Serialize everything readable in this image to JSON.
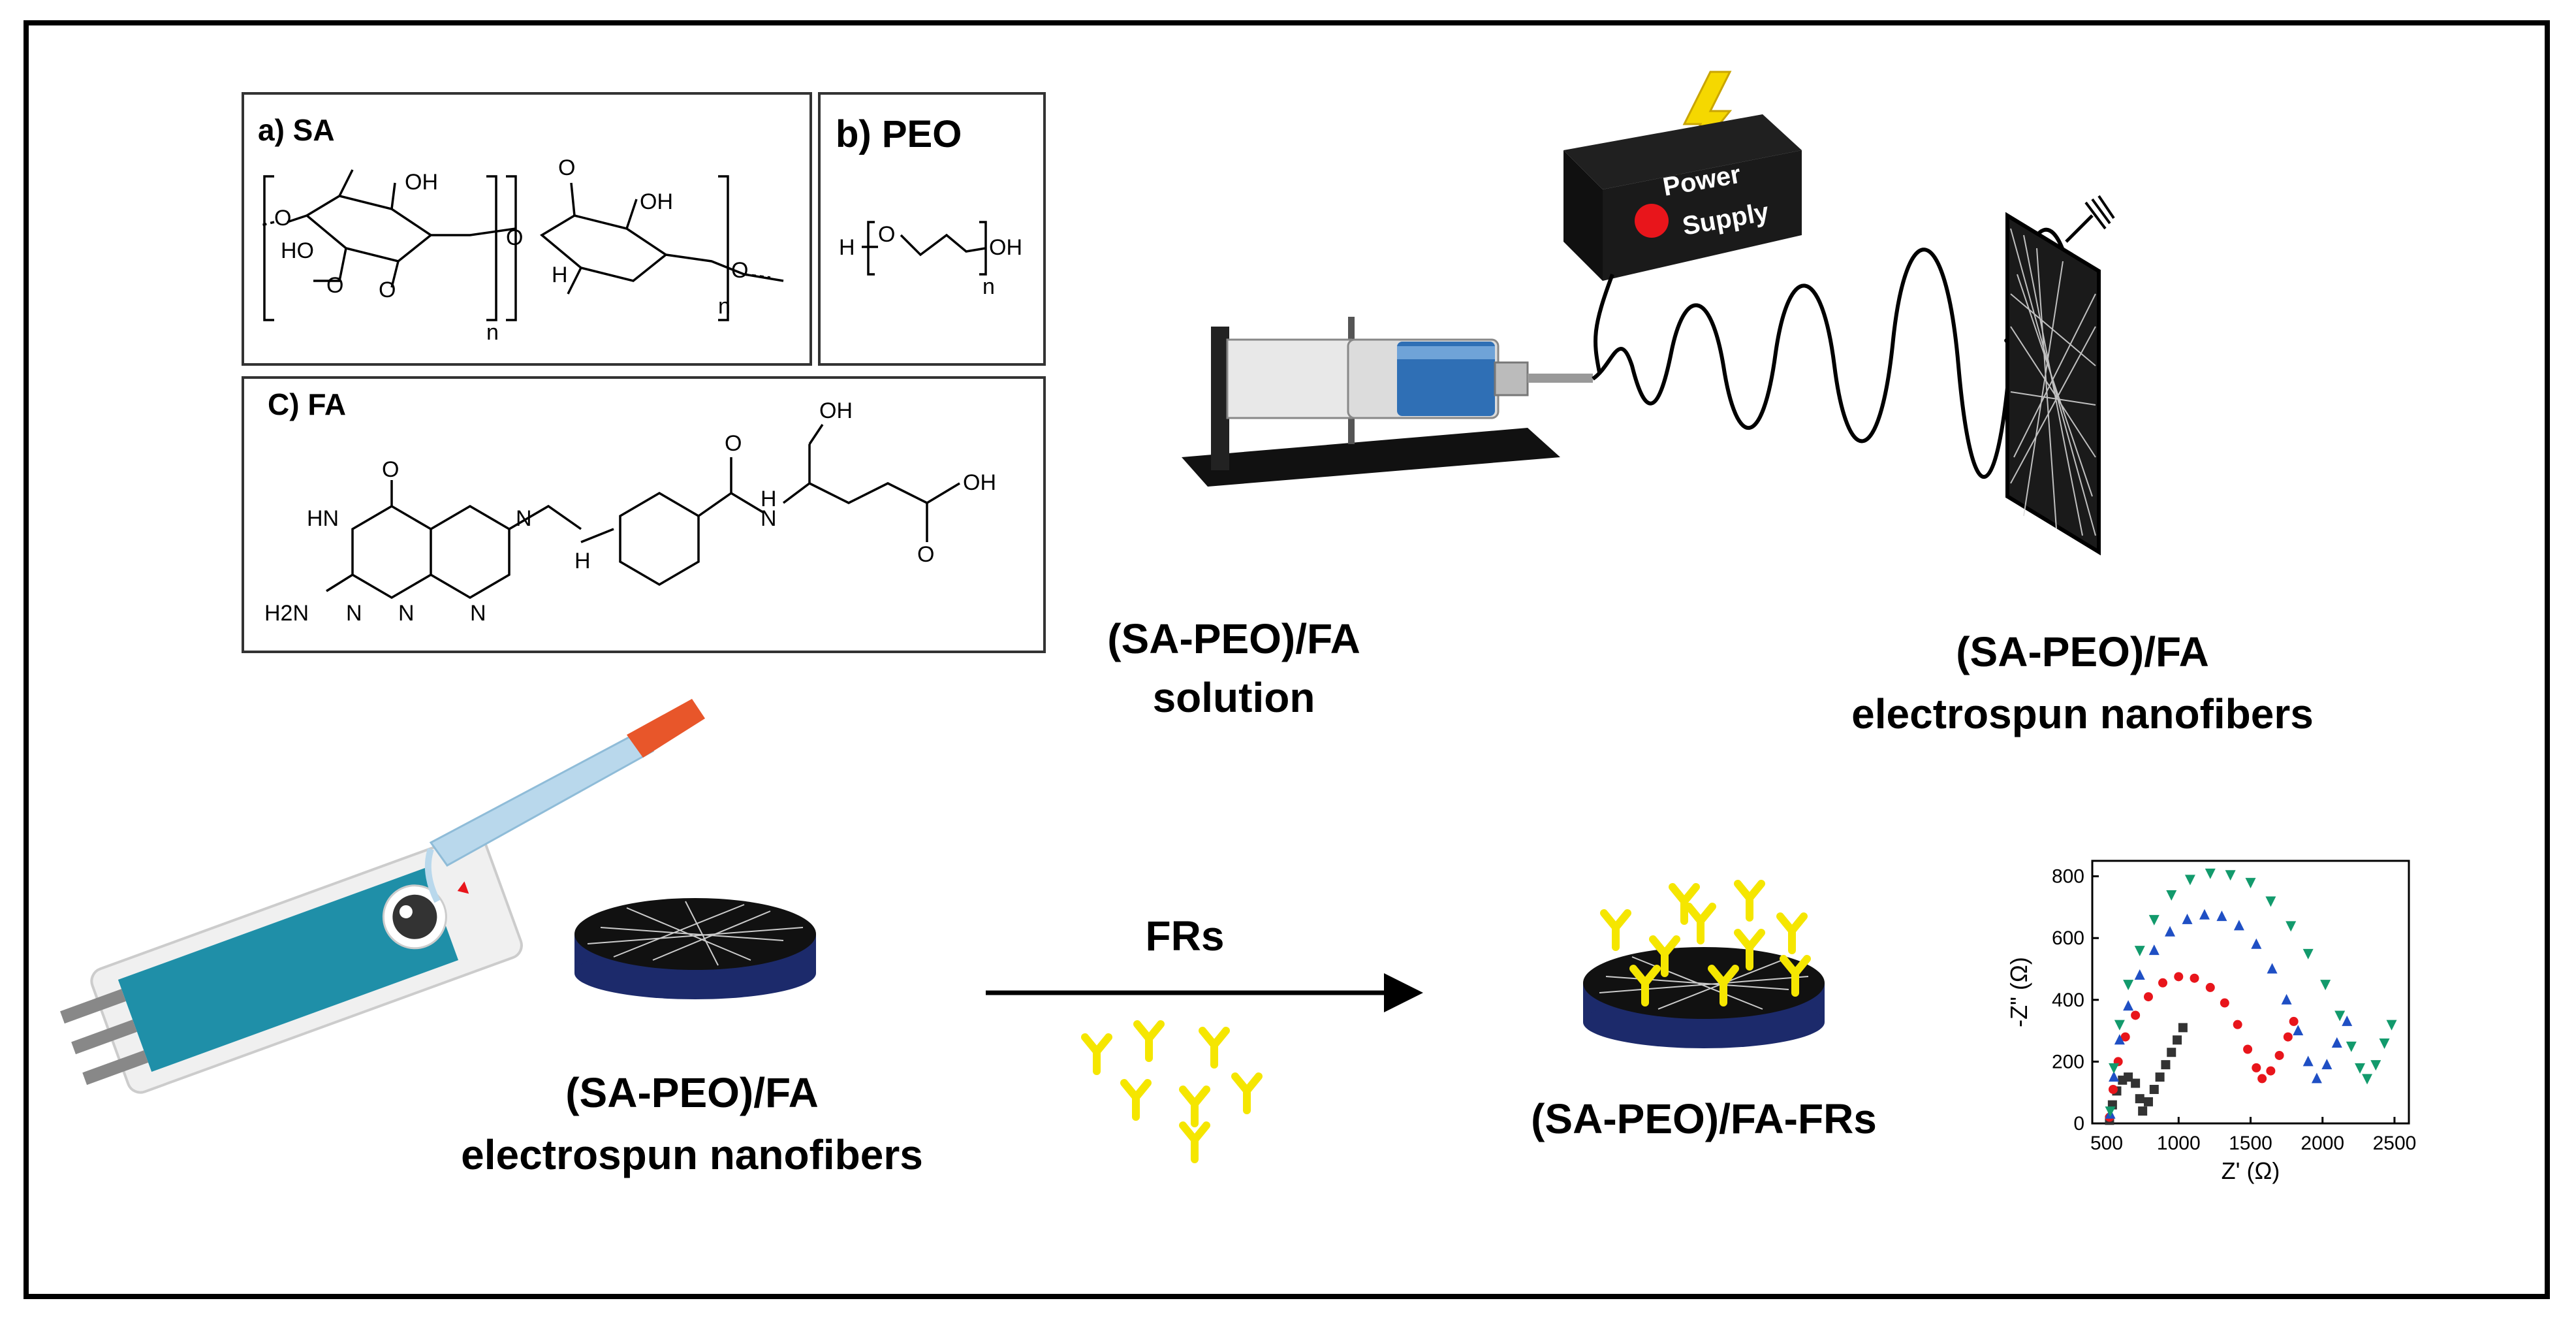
{
  "panels": {
    "sa": {
      "label": "a)  SA",
      "atoms": [
        "OH",
        "O",
        "O",
        "OH",
        "O",
        "HO",
        "O",
        "O",
        "H",
        "O",
        "n",
        "n"
      ]
    },
    "peo": {
      "label": "b)  PEO",
      "atoms": [
        "H",
        "O",
        "OH",
        "n"
      ]
    },
    "fa": {
      "label": "C)  FA",
      "atoms": [
        "O",
        "OH",
        "O",
        "OH",
        "O",
        "HN",
        "N",
        "N",
        "H",
        "N",
        "H",
        "H2N",
        "N",
        "N"
      ]
    }
  },
  "device": {
    "power_label_1": "Power",
    "power_label_2": "Supply"
  },
  "labels": {
    "solution_1": "(SA-PEO)/FA",
    "solution_2": "solution",
    "nanofibers_top_1": "(SA-PEO)/FA",
    "nanofibers_top_2": "electrospun nanofibers",
    "nanofibers_bottom_1": "(SA-PEO)/FA",
    "nanofibers_bottom_2": "electrospun nanofibers",
    "arrow_label": "FRs",
    "product": "(SA-PEO)/FA-FRs"
  },
  "colors": {
    "syringe_blue": "#2f6fb5",
    "strip_teal": "#1f8fa8",
    "antibody_yellow": "#f5e600",
    "dropper_orange": "#e8562a",
    "disk_navy": "#1c2a6b",
    "indicator_red": "#e8151b"
  },
  "chart_data": {
    "type": "scatter",
    "xlabel": "Z' (Ω)",
    "ylabel": "-Z\" (Ω)",
    "xlim": [
      400,
      2600
    ],
    "ylim": [
      0,
      850
    ],
    "xticks": [
      500,
      1000,
      1500,
      2000,
      2500
    ],
    "yticks": [
      0,
      200,
      400,
      600,
      800
    ],
    "series": [
      {
        "color": "#333333",
        "marker": "square",
        "points": [
          [
            520,
            10
          ],
          [
            540,
            60
          ],
          [
            570,
            105
          ],
          [
            610,
            140
          ],
          [
            650,
            150
          ],
          [
            700,
            130
          ],
          [
            730,
            80
          ],
          [
            750,
            40
          ],
          [
            790,
            70
          ],
          [
            830,
            110
          ],
          [
            870,
            150
          ],
          [
            910,
            190
          ],
          [
            950,
            230
          ],
          [
            990,
            270
          ],
          [
            1030,
            310
          ]
        ]
      },
      {
        "color": "#e8151b",
        "marker": "circle",
        "points": [
          [
            520,
            20
          ],
          [
            545,
            110
          ],
          [
            580,
            200
          ],
          [
            630,
            280
          ],
          [
            700,
            350
          ],
          [
            790,
            410
          ],
          [
            890,
            455
          ],
          [
            1000,
            475
          ],
          [
            1110,
            470
          ],
          [
            1220,
            440
          ],
          [
            1320,
            390
          ],
          [
            1410,
            320
          ],
          [
            1480,
            240
          ],
          [
            1540,
            180
          ],
          [
            1580,
            145
          ],
          [
            1640,
            170
          ],
          [
            1700,
            220
          ],
          [
            1760,
            280
          ],
          [
            1800,
            330
          ]
        ]
      },
      {
        "color": "#1f4fc4",
        "marker": "triangle-up",
        "points": [
          [
            525,
            30
          ],
          [
            550,
            150
          ],
          [
            590,
            270
          ],
          [
            650,
            380
          ],
          [
            730,
            480
          ],
          [
            830,
            560
          ],
          [
            940,
            620
          ],
          [
            1060,
            660
          ],
          [
            1180,
            675
          ],
          [
            1300,
            670
          ],
          [
            1420,
            640
          ],
          [
            1540,
            580
          ],
          [
            1650,
            500
          ],
          [
            1750,
            400
          ],
          [
            1830,
            300
          ],
          [
            1900,
            200
          ],
          [
            1960,
            145
          ],
          [
            2030,
            190
          ],
          [
            2100,
            260
          ],
          [
            2170,
            330
          ]
        ]
      },
      {
        "color": "#129a6c",
        "marker": "triangle-down",
        "points": [
          [
            525,
            40
          ],
          [
            550,
            180
          ],
          [
            590,
            320
          ],
          [
            650,
            450
          ],
          [
            730,
            560
          ],
          [
            830,
            660
          ],
          [
            950,
            740
          ],
          [
            1080,
            790
          ],
          [
            1220,
            810
          ],
          [
            1360,
            805
          ],
          [
            1500,
            780
          ],
          [
            1640,
            720
          ],
          [
            1780,
            640
          ],
          [
            1900,
            550
          ],
          [
            2020,
            450
          ],
          [
            2120,
            350
          ],
          [
            2200,
            250
          ],
          [
            2260,
            180
          ],
          [
            2310,
            145
          ],
          [
            2370,
            190
          ],
          [
            2430,
            260
          ],
          [
            2480,
            320
          ]
        ]
      }
    ]
  }
}
